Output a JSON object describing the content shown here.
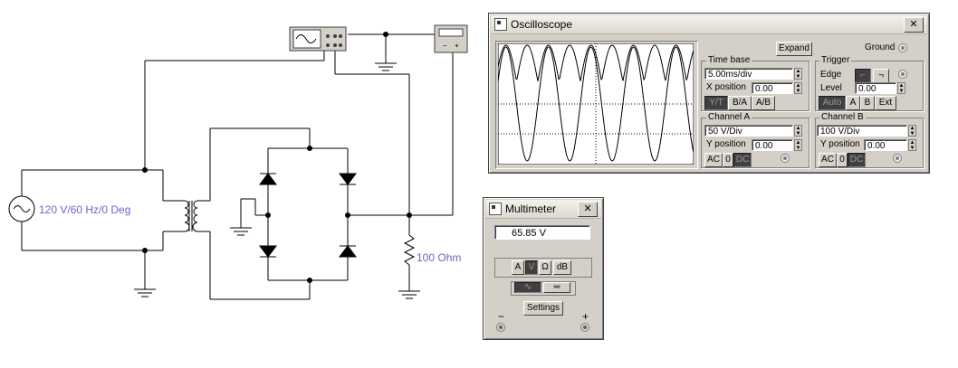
{
  "circuit": {
    "source_label": "120 V/60 Hz/0 Deg",
    "resistor_label": "100  Ohm",
    "wire_color": "#000000",
    "label_color": "#6666cc"
  },
  "oscilloscope": {
    "title": "Oscilloscope",
    "close_glyph": "✕",
    "expand_label": "Expand",
    "ground_label": "Ground",
    "time_base": {
      "group_label": "Time base",
      "value": "5.00ms/div",
      "x_position_label": "X position",
      "x_position_value": "0.00",
      "mode_yt": "Y/T",
      "mode_ba": "B/A",
      "mode_ab": "A/B"
    },
    "trigger": {
      "group_label": "Trigger",
      "edge_label": "Edge",
      "level_label": "Level",
      "level_value": "0.00",
      "auto_label": "Auto",
      "a_label": "A",
      "b_label": "B",
      "ext_label": "Ext"
    },
    "channel_a": {
      "group_label": "Channel A",
      "volts_div": "50  V/Div",
      "y_position_label": "Y position",
      "y_position_value": "0.00",
      "ac": "AC",
      "zero": "0",
      "dc": "DC"
    },
    "channel_b": {
      "group_label": "Channel B",
      "volts_div": "100  V/Div",
      "y_position_label": "Y position",
      "y_position_value": "0.00",
      "ac": "AC",
      "zero": "0",
      "dc": "DC"
    }
  },
  "multimeter": {
    "title": "Multimeter",
    "close_glyph": "✕",
    "reading": "65.85  V",
    "mode_a": "A",
    "mode_v": "V",
    "mode_ohm": "Ω",
    "mode_db": "dB",
    "settings_label": "Settings",
    "minus_label": "−",
    "plus_label": "+"
  }
}
